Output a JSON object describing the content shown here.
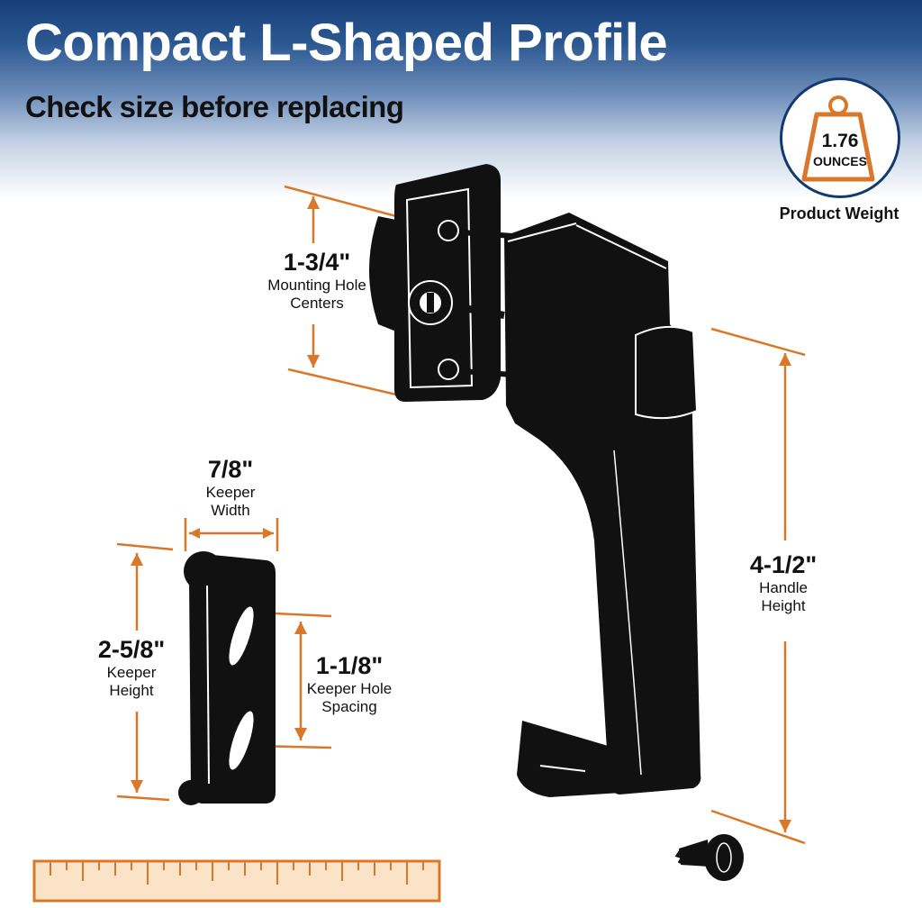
{
  "header": {
    "title": "Compact L-Shaped Profile",
    "subtitle": "Check size before replacing"
  },
  "weight_badge": {
    "value": "1.76",
    "unit": "OUNCES",
    "caption": "Product Weight",
    "icon": "weight-icon"
  },
  "dimensions": {
    "mounting": {
      "value": "1-3/4\"",
      "label_line1": "Mounting Hole",
      "label_line2": "Centers"
    },
    "keeper_width": {
      "value": "7/8\"",
      "label_line1": "Keeper",
      "label_line2": "Width"
    },
    "keeper_height": {
      "value": "2-5/8\"",
      "label_line1": "Keeper",
      "label_line2": "Height"
    },
    "keeper_hole": {
      "value": "1-1/8\"",
      "label_line1": "Keeper Hole",
      "label_line2": "Spacing"
    },
    "handle_height": {
      "value": "4-1/2\"",
      "label_line1": "Handle",
      "label_line2": "Height"
    }
  },
  "colors": {
    "header_blue": "#163f78",
    "dimension_orange": "#d9782b",
    "product_black": "#111111"
  },
  "icons": [
    "weight-icon",
    "ruler-icon",
    "screw-icon",
    "door-handle-icon",
    "keeper-plate-icon",
    "mounting-plate-icon"
  ]
}
